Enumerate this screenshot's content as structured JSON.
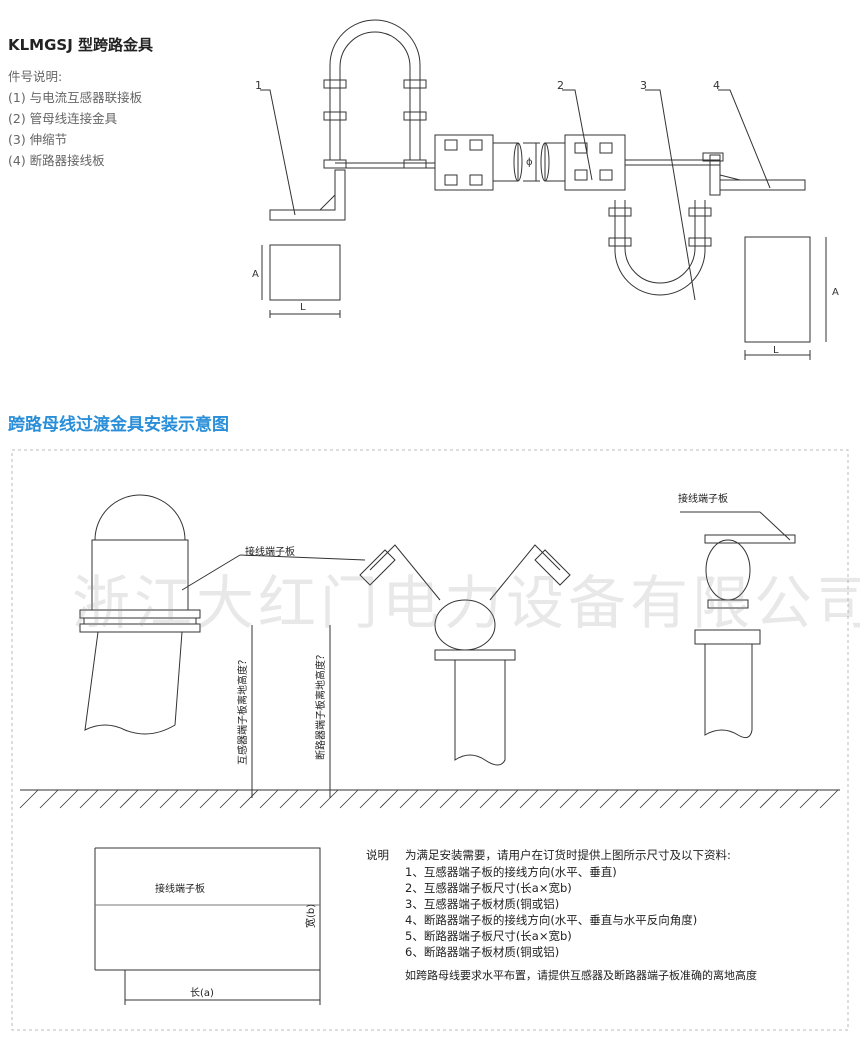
{
  "title": "KLMGSJ 型跨路金具",
  "parts_heading": "件号说明:",
  "parts": [
    "(1) 与电流互感器联接板",
    "(2) 管母线连接金具",
    "(3) 伸缩节",
    "(4) 断路器接线板"
  ],
  "top_diagram": {
    "callouts": [
      "1",
      "2",
      "3",
      "4"
    ],
    "dim_a": "A",
    "dim_l": "L",
    "diameter": "ϕ"
  },
  "section_title": "跨路母线过渡金具安装示意图",
  "install_diagram": {
    "terminal_label": "接线端子板",
    "ct_height_label": "互感器端子板离地高度？",
    "cb_height_label": "断路器端子板离地高度？"
  },
  "plate_diagram": {
    "label": "接线端子板",
    "width_label": "宽(b)",
    "length_label": "长(a)"
  },
  "notes": {
    "heading": "说明",
    "intro": "为满足安装需要，请用户在订货时提供上图所示尺寸及以下资料:",
    "items": [
      "1、互感器端子板的接线方向(水平、垂直)",
      "2、互感器端子板尺寸(长a×宽b)",
      "3、互感器端子板材质(铜或铝)",
      "4、断路器端子板的接线方向(水平、垂直与水平反向角度)",
      "5、断路器端子板尺寸(长a×宽b)",
      "6、断路器端子板材质(铜或铝)"
    ],
    "footer": "如跨路母线要求水平布置，请提供互感器及断路器端子板准确的离地高度"
  },
  "watermark": "浙江大红门电力设备有限公司",
  "colors": {
    "section_title": "#2a8fd8",
    "line": "#333333"
  }
}
